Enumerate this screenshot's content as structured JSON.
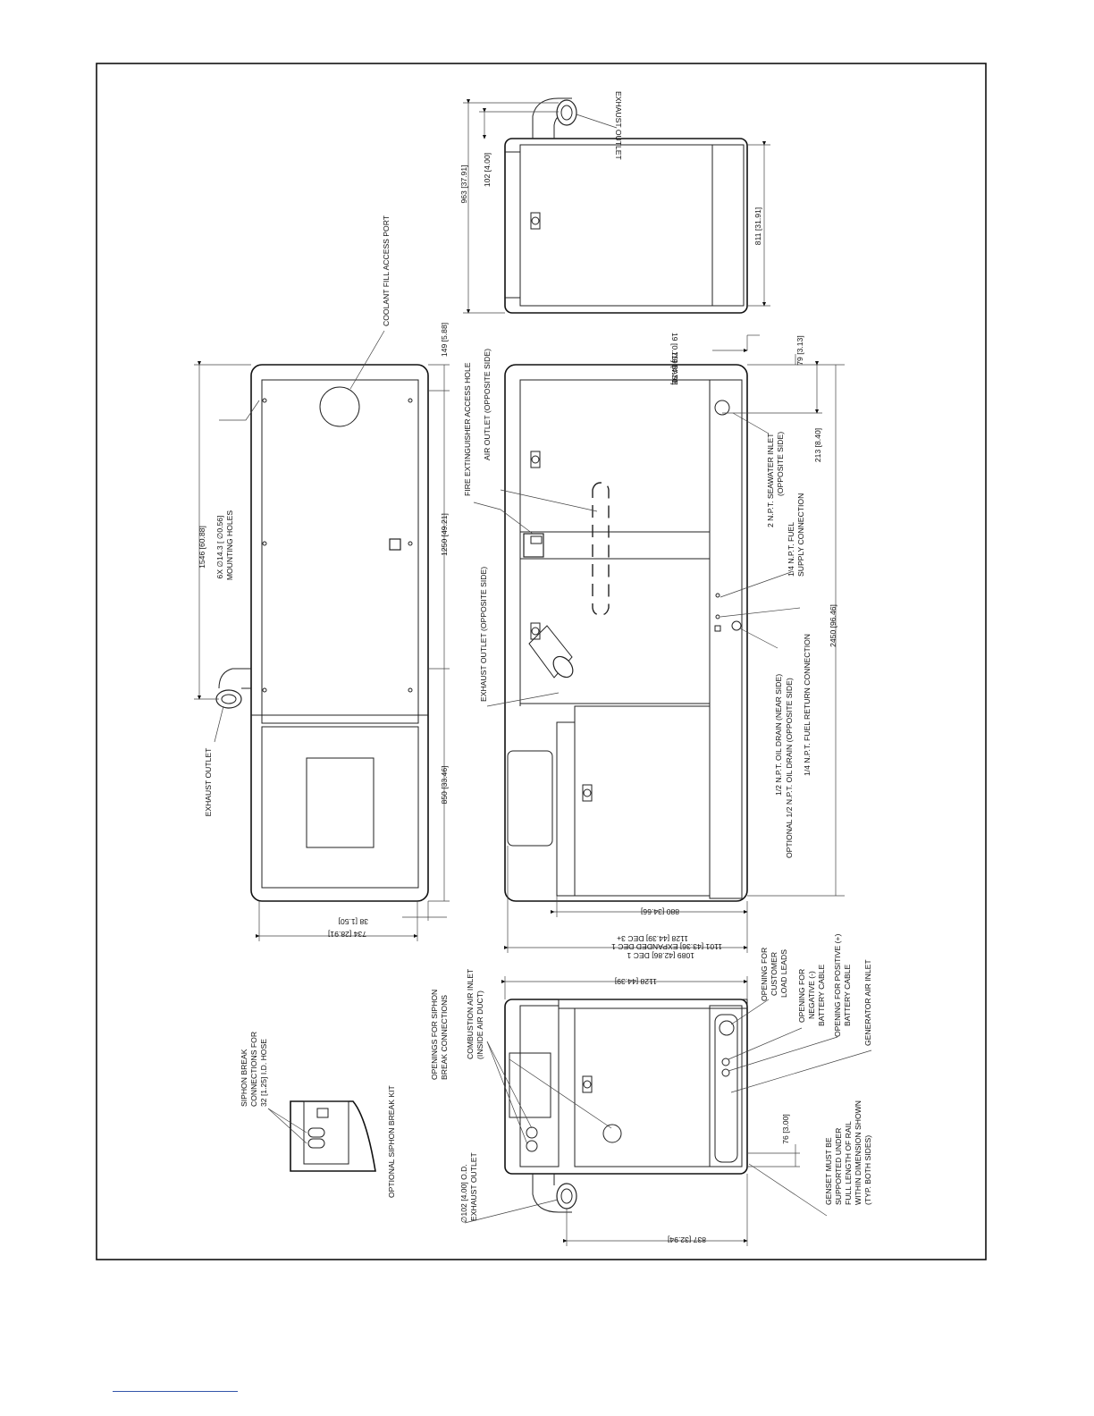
{
  "labels": {
    "exhaust_outlet_top": "EXHAUST OUTLET",
    "coolant_fill": "COOLANT FILL ACCESS PORT",
    "mounting_holes_1": "6X ∅14.3 [ ∅0.56]",
    "mounting_holes_2": "MOUNTING HOLES",
    "exhaust_outlet_left": "EXHAUST OUTLET",
    "fire_ext": "FIRE EXTINGUISHER ACCESS HOLE",
    "air_outlet": "AIR OUTLET (OPPOSITE SIDE)",
    "exhaust_opposite": "EXHAUST OUTLET (OPPOSITE SIDE)",
    "seawater_1": "2 N.P.T. SEAWATER INLET",
    "seawater_2": "(OPPOSITE SIDE)",
    "fuel_supply_1": "1/4 N.P.T. FUEL",
    "fuel_supply_2": "SUPPLY CONNECTION",
    "oil_drain_1": "1/2 N.P.T. OIL DRAIN (NEAR SIDE)",
    "oil_drain_2": "OPTIONAL 1/2 N.P.T. OIL DRAIN (OPPOSITE SIDE)",
    "fuel_return": "1/4 N.P.T. FUEL RETURN CONNECTION",
    "siphon_title": "OPTIONAL SIPHON BREAK KIT",
    "siphon_1": "SIPHON BREAK",
    "siphon_2": "CONNECTIONS FOR",
    "siphon_3": "32 [1.25] I.D. HOSE",
    "openings_siphon_1": "OPENINGS FOR SIPHON",
    "openings_siphon_2": "BREAK CONNECTIONS",
    "combustion_1": "COMBUSTION AIR INLET",
    "combustion_2": "(INSIDE AIR DUCT)",
    "customer_1": "OPENING FOR",
    "customer_2": "CUSTOMER",
    "customer_3": "LOAD LEADS",
    "neg_1": "OPENING FOR",
    "neg_2": "NEGATIVE (-)",
    "neg_3": "BATTERY CABLE",
    "pos_1": "OPENING FOR POSITIVE (+)",
    "pos_2": "BATTERY CABLE",
    "gen_air": "GENERATOR AIR INLET",
    "exhaust_od_1": "∅102 [4.00] O.D.",
    "exhaust_od_2": "EXHAUST OUTLET",
    "support_1": "GENSET MUST BE",
    "support_2": "SUPPORTED UNDER",
    "support_3": "FULL LENGTH OF RAIL",
    "support_4": "WITHIN DIMENSION SHOWN",
    "support_5": "(TYP. BOTH SIDES)"
  },
  "dimensions": {
    "d963": "963 [37.91]",
    "d102": "102 [4.00]",
    "d811": "811 [31.91]",
    "d19": "19 [0.75] BASE",
    "d119": "119 [4.70]",
    "d79": "79 [3.13]",
    "d213": "213 [8.40]",
    "d149": "149 [5.88]",
    "d1546": "1546 [60.88]",
    "d1250": "1250 [49.21]",
    "d850": "850 [33.46]",
    "d2450": "2450 [96.46]",
    "d38": "38 [1.50]",
    "d734": "734 [28.91]",
    "d880": "880 [34.66]",
    "d1128a": "1128 [44.39] DEC 3+",
    "d1101": "1101 [43.36] EXPANDED DEC 1",
    "d1089": "1089 [42.86] DEC 1",
    "d1128b": "1128 [44.39]",
    "d76": "76 [3.00]",
    "d837": "837 [32.94]"
  }
}
